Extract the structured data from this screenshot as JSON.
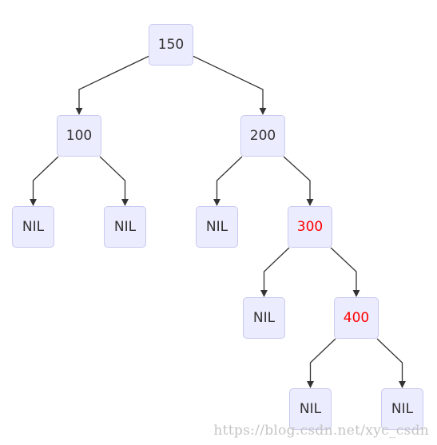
{
  "diagram": {
    "nodes": [
      {
        "id": "n150",
        "label": "150",
        "color": "#333333"
      },
      {
        "id": "n100",
        "label": "100",
        "color": "#333333"
      },
      {
        "id": "n200",
        "label": "200",
        "color": "#333333"
      },
      {
        "id": "n100L",
        "label": "NIL",
        "color": "#333333"
      },
      {
        "id": "n100R",
        "label": "NIL",
        "color": "#333333"
      },
      {
        "id": "n200L",
        "label": "NIL",
        "color": "#333333"
      },
      {
        "id": "n300",
        "label": "300",
        "color": "#ff0000"
      },
      {
        "id": "n300L",
        "label": "NIL",
        "color": "#333333"
      },
      {
        "id": "n400",
        "label": "400",
        "color": "#ff0000"
      },
      {
        "id": "n400L",
        "label": "NIL",
        "color": "#333333"
      },
      {
        "id": "n400R",
        "label": "NIL",
        "color": "#333333"
      }
    ],
    "edges": [
      [
        "n150",
        "n100"
      ],
      [
        "n150",
        "n200"
      ],
      [
        "n100",
        "n100L"
      ],
      [
        "n100",
        "n100R"
      ],
      [
        "n200",
        "n200L"
      ],
      [
        "n200",
        "n300"
      ],
      [
        "n300",
        "n300L"
      ],
      [
        "n300",
        "n400"
      ],
      [
        "n400",
        "n400L"
      ],
      [
        "n400",
        "n400R"
      ]
    ],
    "node_fill": "#ececff",
    "node_border": "#c9c9f0",
    "edge_color": "#333333"
  },
  "watermark": "https://blog.csdn.net/xyc_csdn"
}
